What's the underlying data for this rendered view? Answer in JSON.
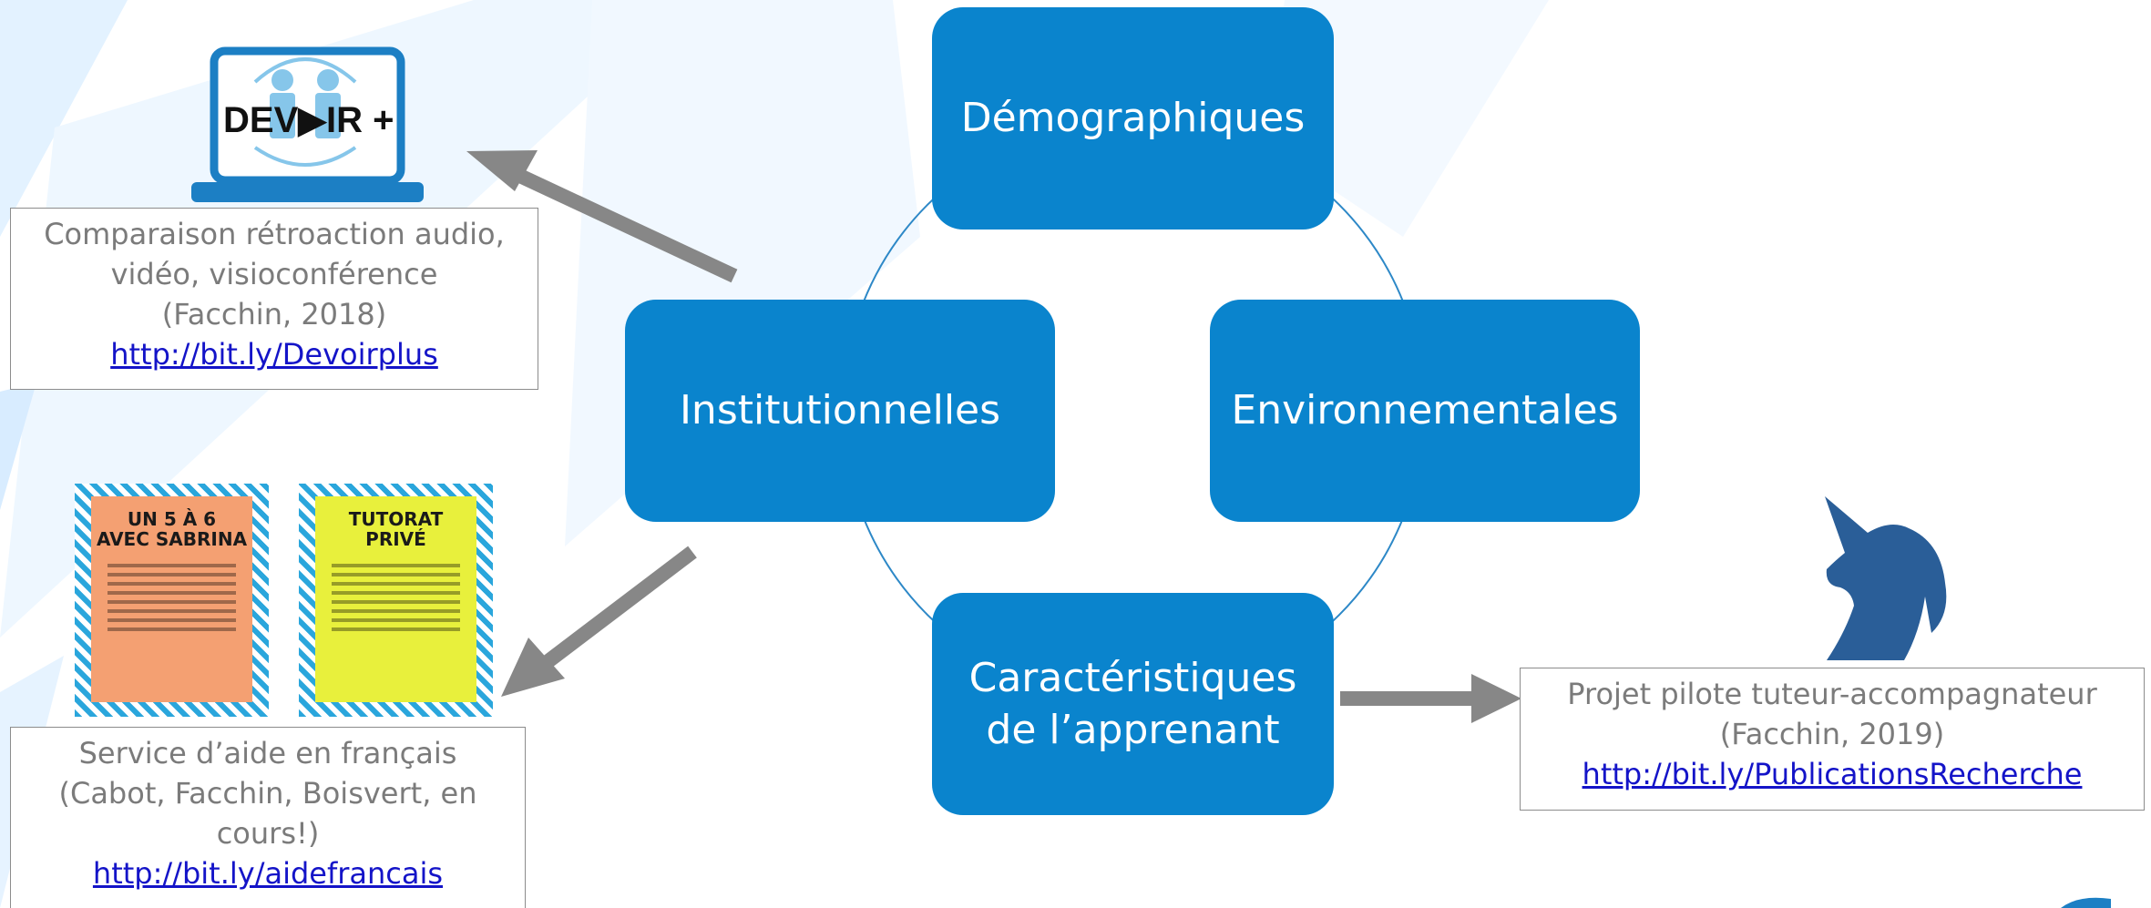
{
  "colors": {
    "node_fill": "#0a84cd",
    "node_text": "#ffffff",
    "arrow": "#878787",
    "ref_text": "#7b7b7b",
    "link": "#1414c8",
    "background_stripe": "#dcefff"
  },
  "nodes": {
    "top": "Démographiques",
    "left": "Institutionnelles",
    "right": "Environnementales",
    "bottom_line1": "Caractéristiques",
    "bottom_line2": "de l’apprenant"
  },
  "refs": {
    "devoir": {
      "line1": "Comparaison rétroaction audio,",
      "line2": "vidéo, visioconférence",
      "line3": "(Facchin, 2018)",
      "link": "http://bit.ly/Devoirplus"
    },
    "aide": {
      "line1": "Service d’aide en français",
      "line2": "(Cabot, Facchin, Boisvert, en",
      "line3": "cours!)",
      "link": "http://bit.ly/aidefrancais"
    },
    "pilote": {
      "line1": "Projet pilote tuteur-accompagnateur",
      "line2": "(Facchin, 2019)",
      "link": "http://bit.ly/PublicationsRecherche"
    }
  },
  "logo": {
    "devoir_text": "DEV▶IR +",
    "icon": "laptop-people-icon"
  },
  "posters": {
    "left_title": "UN 5 À 6\nAVEC SABRINA",
    "right_title": "TUTORAT PRIVÉ",
    "left_color": "#f4a072",
    "right_color": "#e8f03c"
  },
  "unicorn_icon": "unicorn-head-icon"
}
